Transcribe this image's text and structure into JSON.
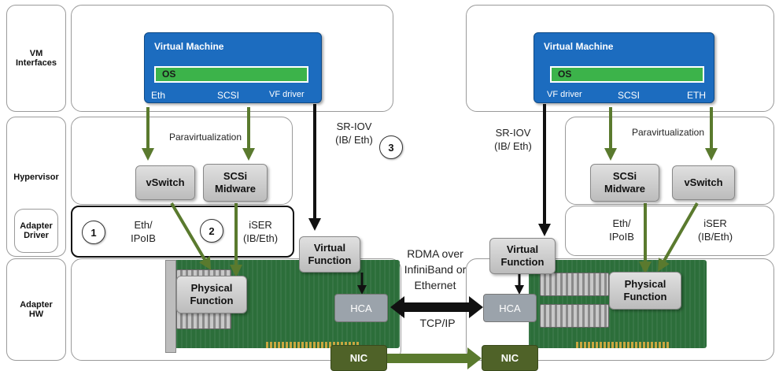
{
  "row_labels": {
    "vm": "VM\nInterfaces",
    "hypervisor": "Hypervisor",
    "adapter_driver": "Adapter\nDriver",
    "adapter_hw": "Adapter\nHW"
  },
  "left": {
    "vm_title": "Virtual Machine",
    "os": "OS",
    "eth": "Eth",
    "scsi": "SCSI",
    "vf_driver": "VF driver",
    "paravirtualization": "Paravirtualization",
    "vswitch": "vSwitch",
    "scsi_midware": "SCSi\nMidware",
    "sriov": "SR-IOV\n(IB/ Eth)",
    "badge1": "1",
    "badge2": "2",
    "badge3": "3",
    "eth_ipoib": "Eth/\nIPoIB",
    "iser": "iSER\n(IB/Eth)",
    "virtual_function": "Virtual\nFunction",
    "physical_function": "Physical\nFunction",
    "hca": "HCA",
    "nic": "NIC"
  },
  "right": {
    "vm_title": "Virtual Machine",
    "os": "OS",
    "vf_driver": "VF driver",
    "scsi": "SCSI",
    "eth": "ETH",
    "paravirtualization": "Paravirtualization",
    "sriov": "SR-IOV\n(IB/ Eth)",
    "scsi_midware": "SCSi\nMidware",
    "vswitch": "vSwitch",
    "eth_ipoib": "Eth/\nIPoIB",
    "iser": "iSER\n(IB/Eth)",
    "virtual_function": "Virtual\nFunction",
    "physical_function": "Physical\nFunction",
    "hca": "HCA",
    "nic": "NIC"
  },
  "center": {
    "rdma": "RDMA over\nInfiniBand or\nEthernet",
    "tcpip": "TCP/IP"
  },
  "colors": {
    "vm_blue": "#1c6cbf",
    "os_green": "#3cb34a",
    "arrow_green": "#5a7a2e",
    "nic_green": "#4f6228",
    "hca_gray": "#9ba3ab"
  }
}
